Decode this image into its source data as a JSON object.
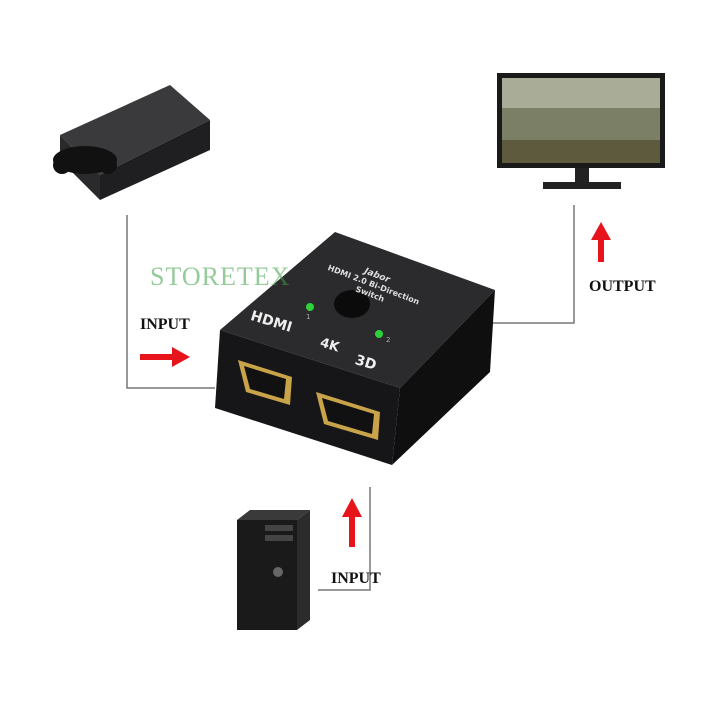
{
  "labels": {
    "input_left": "INPUT",
    "output": "OUTPUT",
    "input_bottom": "INPUT"
  },
  "watermark": "STORETEX",
  "switch": {
    "brand": "Jabor",
    "title_line1": "HDMI 2.0 Bi-Direction",
    "title_line2": "Switch",
    "logo_hdmi": "HDMI",
    "badge_4k": "4K",
    "badge_3d": "3D",
    "led1": "1",
    "led2": "2"
  },
  "colors": {
    "arrow": "#e8141c",
    "line": "#777777",
    "device": "#1c1c1e",
    "led": "#2fd13a"
  }
}
